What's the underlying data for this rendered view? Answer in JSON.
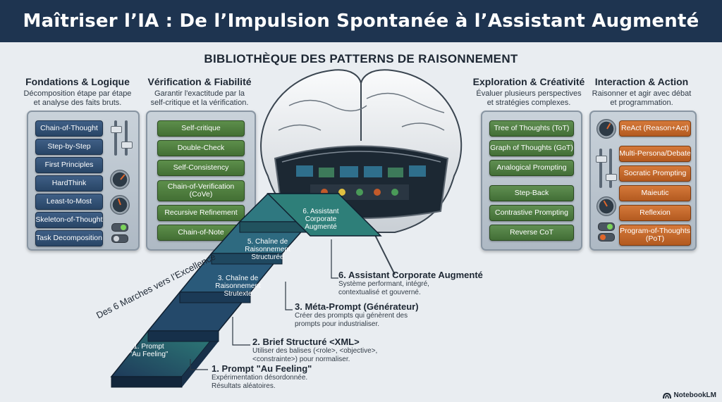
{
  "title": "Maîtriser l’IA : De l’Impulsion Spontanée à l’Assistant Augmenté",
  "library_title": "BIBLIOTHÈQUE DES PATTERNS DE RAISONNEMENT",
  "columns": [
    {
      "heading": "Fondations & Logique",
      "description": [
        "Décomposition étape par étape",
        "et analyse des faits bruts."
      ],
      "items": [
        "Chain-of-Thought",
        "Step-by-Step",
        "First Principles",
        "HardThink",
        "Least-to-Most",
        "Skeleton-of-Thought",
        "Task Decomposition"
      ]
    },
    {
      "heading": "Vérification & Fiabilité",
      "description": [
        "Garantir l'exactitude par la",
        "self-critique et la vérification."
      ],
      "items": [
        "Self-critique",
        "Double-Check",
        "Self-Consistency",
        "Chain-of-Verification (CoVe)",
        "Recursive Refinement",
        "Chain-of-Note"
      ]
    },
    {
      "heading": "Exploration & Créativité",
      "description": [
        "Évaluer plusieurs perspectives",
        "et stratégies complexes."
      ],
      "items": [
        "Tree of Thoughts (ToT)",
        "Graph of Thoughts (GoT)",
        "Analogical Prompting",
        "Step-Back",
        "Contrastive Prompting",
        "Reverse CoT"
      ]
    },
    {
      "heading": "Interaction & Action",
      "description": [
        "Raisonner et agir avec débat",
        "et programmation."
      ],
      "items": [
        "ReAct (Reason+Act)",
        "Multi-Persona/Debate",
        "Socratic Prompting",
        "Maieutic",
        "Reflexion",
        "Program-of-Thoughts (PoT)"
      ]
    }
  ],
  "stairs_caption": "Des 6 Marches vers l’Excellence",
  "steps": [
    {
      "label": [
        "1. Prompt",
        "\"Au Feeling\""
      ],
      "title": "1. Prompt \"Au Feeling\"",
      "description": [
        "Expérimentation désordonnée.",
        "Résultats aléatoires."
      ]
    },
    {
      "label": [],
      "title": "2. Brief Structuré <XML>",
      "description": [
        "Utiliser des balises (<role>, <objective>,",
        "<constrainte>) pour normaliser."
      ]
    },
    {
      "label": [
        "3. Chaîne de",
        "Raisonnement",
        "Strutexte"
      ],
      "title": "3. Méta-Prompt (Générateur)",
      "description": [
        "Créer des prompts qui génèrent des",
        "prompts pour industrialiser."
      ]
    },
    {
      "label": [],
      "title": "",
      "description": []
    },
    {
      "label": [
        "5. Chaîne de",
        "Raisonnement",
        "Structurée"
      ],
      "title": "",
      "description": []
    },
    {
      "label": [
        "6. Assistant",
        "Corporate",
        "Augmenté"
      ],
      "title": "6. Assistant Corporate Augmenté",
      "description": [
        "Système performant, intégré,",
        "contextualisé et gouverné."
      ]
    }
  ],
  "brand": "NotebookLM",
  "colors": {
    "header": "#1e3450",
    "blue_button": "#2f4f75",
    "green_button": "#4f7f3f",
    "orange_button": "#c4682a",
    "stair_top": "#2e7f79",
    "stair_bottom": "#1e3a5a"
  }
}
